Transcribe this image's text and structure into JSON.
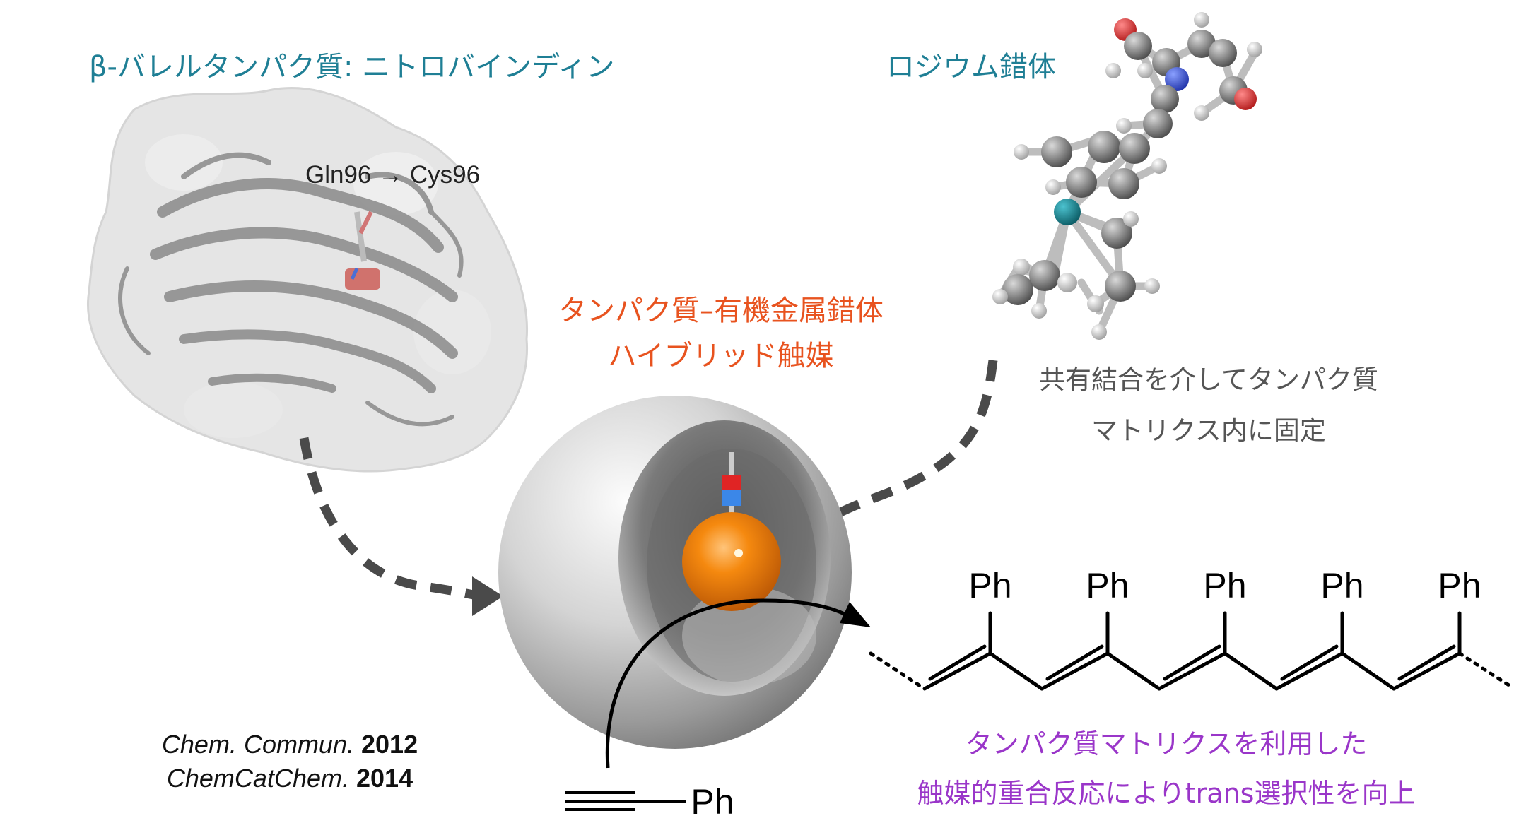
{
  "labels": {
    "protein_title": "β-バレルタンパク質: ニトロバインディン",
    "mutation": "Gln96 → Cys96",
    "rh_title": "ロジウム錯体",
    "hybrid_line1": "タンパク質–有機金属錯体",
    "hybrid_line2": "ハイブリッド触媒",
    "covalent_line1": "共有結合を介してタンパク質",
    "covalent_line2": "マトリクス内に固定",
    "polymer_line1": "タンパク質マトリクスを利用した",
    "polymer_line2": "触媒的重合反応によりtrans選択性を向上",
    "ref1_journal": "Chem. Commun.",
    "ref1_year": "2012",
    "ref2_journal": "ChemCatChem.",
    "ref2_year": "2014",
    "substituent": "Ph",
    "monomer_substituent": "Ph"
  },
  "colors": {
    "teal_label": "#1f7f95",
    "red_label": "#e8531f",
    "purple_label": "#9a36c9",
    "gray_label": "#555555",
    "rhodium_atom": "#0f7f8c",
    "metal_sphere": "#f07d10"
  },
  "polymer": {
    "repeat_units": 5
  }
}
